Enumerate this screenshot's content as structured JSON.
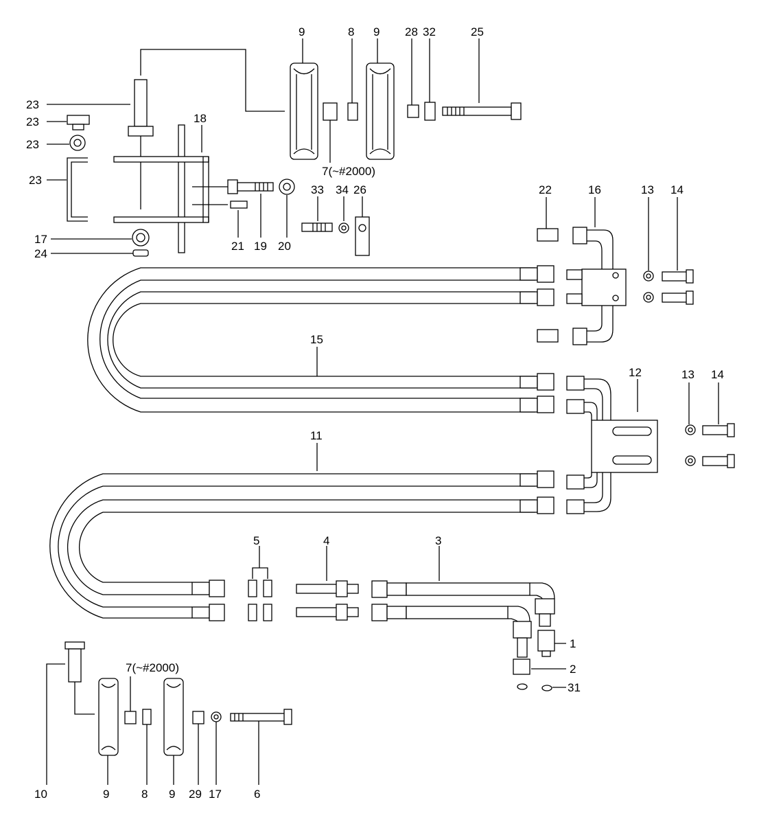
{
  "diagram": {
    "title": "",
    "callouts": {
      "c1": "1",
      "c2": "2",
      "c3": "3",
      "c4": "4",
      "c5": "5",
      "c6": "6",
      "c7a": "7(~#2000)",
      "c7b": "7(~#2000)",
      "c8a": "8",
      "c8b": "8",
      "c9a": "9",
      "c9b": "9",
      "c9c": "9",
      "c9d": "9",
      "c10": "10",
      "c11": "11",
      "c12": "12",
      "c13a": "13",
      "c13b": "13",
      "c14a": "14",
      "c14b": "14",
      "c15": "15",
      "c16": "16",
      "c17a": "17",
      "c17b": "17",
      "c18": "18",
      "c19": "19",
      "c20": "20",
      "c21": "21",
      "c22": "22",
      "c23a": "23",
      "c23b": "23",
      "c23c": "23",
      "c23d": "23",
      "c24": "24",
      "c25": "25",
      "c26": "26",
      "c28": "28",
      "c29": "29",
      "c31": "31",
      "c32": "32",
      "c33": "33",
      "c34": "34"
    }
  }
}
